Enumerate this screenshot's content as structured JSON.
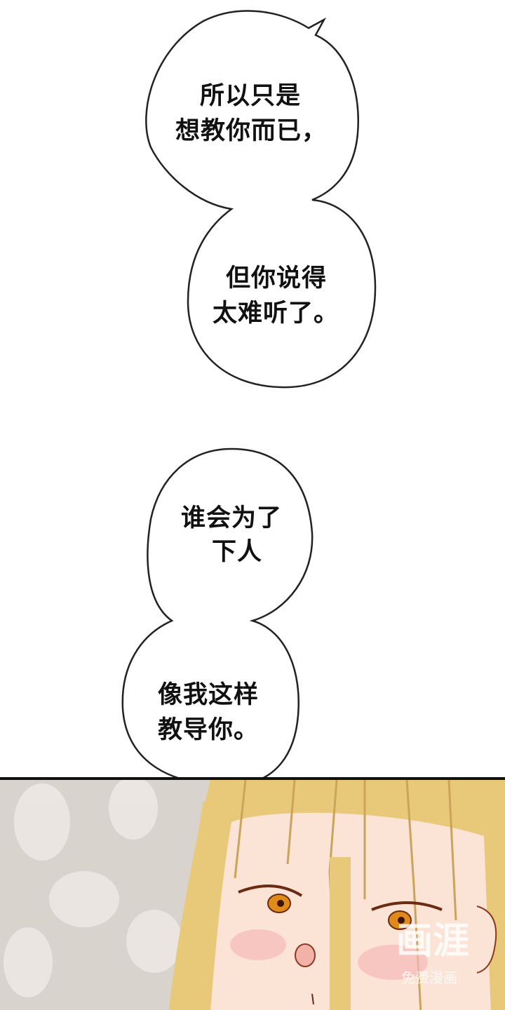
{
  "bubbles": [
    {
      "lines": [
        "所以只是",
        "想教你而已，"
      ]
    },
    {
      "lines": [
        "但你说得",
        "太难听了。"
      ]
    },
    {
      "lines": [
        "谁会为了",
        "下人"
      ]
    },
    {
      "lines": [
        "像我这样",
        "教导你。"
      ]
    }
  ],
  "watermark": {
    "logo": "画涯",
    "tagline": "免费漫画"
  },
  "colors": {
    "hair": "#e8c97a",
    "skin": "#fbe3d6",
    "eye": "#e08a1a",
    "background_pattern": "#cfc8c2"
  }
}
